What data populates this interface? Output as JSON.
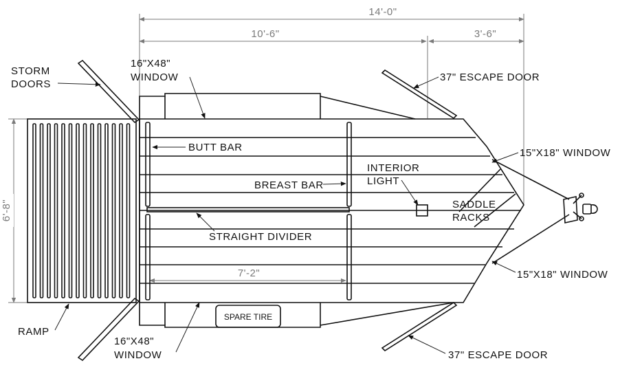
{
  "dimensions": {
    "overall_length": "14'-0\"",
    "body_length": "10'-6\"",
    "nose_length": "3'-6\"",
    "width": "6'-8\"",
    "stall_length": "7'-2\""
  },
  "labels": {
    "storm_doors_line1": "STORM",
    "storm_doors_line2": "DOORS",
    "window_top_line1": "16\"X48\"",
    "window_top_line2": "WINDOW",
    "window_bottom_line1": "16\"X48\"",
    "window_bottom_line2": "WINDOW",
    "escape_door_top": "37\" ESCAPE DOOR",
    "escape_door_bottom": "37\" ESCAPE DOOR",
    "front_window_top": "15\"X18\" WINDOW",
    "front_window_bottom": "15\"X18\" WINDOW",
    "butt_bar": "BUTT BAR",
    "breast_bar": "BREAST BAR",
    "interior_light_line1": "INTERIOR",
    "interior_light_line2": "LIGHT",
    "saddle_racks_line1": "SADDLE",
    "saddle_racks_line2": "RACKS",
    "straight_divider": "STRAIGHT DIVIDER",
    "spare_tire": "SPARE TIRE",
    "ramp": "RAMP"
  },
  "colors": {
    "line": "#111111",
    "dimension": "#7a7a7a",
    "background": "#ffffff"
  }
}
